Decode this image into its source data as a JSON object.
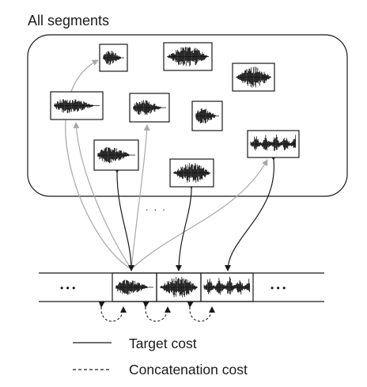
{
  "title": "All segments",
  "pool_ellipsis": ". . .",
  "sequence": {
    "left_ellipsis": "• • •",
    "right_ellipsis": "• • •"
  },
  "legend": {
    "target_label": "Target cost",
    "concat_label": "Concatenation cost"
  },
  "colors": {
    "line": "#1a1a1a",
    "gray_arrow": "#a8a8a8",
    "pool_dots": "#999999",
    "waveform": "#111111"
  }
}
